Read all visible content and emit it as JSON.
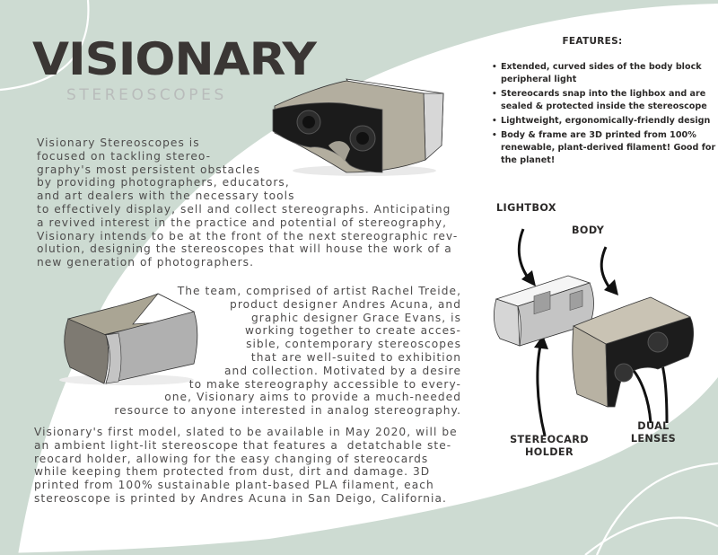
{
  "brand": {
    "title": "VISIONARY",
    "subtitle": "STEREOSCOPES"
  },
  "paragraphs": {
    "intro": "Visionary Stereoscopes is\nfocused on tackling stereo-\ngraphy's most persistent obstacles\nby providing photographers, educators,\nand art dealers with the necessary tools\nto effectively display, sell and collect stereographs. Anticipating\na revived interest in the practice and potential of stereography,\nVisionary intends to be at the front of the next stereographic rev-\nolution, designing the stereoscopes that will house the work of a\nnew generation of photographers.",
    "team": "The team, comprised of artist Rachel Treide,\nproduct designer Andres Acuna, and\ngraphic designer Grace Evans, is\nworking together to create acces-\nsible, contemporary stereoscopes\nthat are well-suited to exhibition\nand collection. Motivated by a desire\nto make stereography accessible to every-\none, Visionary aims to provide a much-needed\nresource to anyone interested in analog stereography.",
    "model": "Visionary's first model, slated to be available in May 2020, will be\nan ambient light-lit stereoscope that features a  detatchable ste-\nreocard holder, allowing for the easy changing of stereocards\nwhile keeping them protected from dust, dirt and damage. 3D\nprinted from 100% sustainable plant-based PLA filament, each\nstereoscope is printed by Andres Acuna in San Deigo, California."
  },
  "features": {
    "title": "FEATURES:",
    "items": [
      "Extended, curved sides of the body block peripheral light",
      "Stereocards snap into the lighbox and are sealed & protected inside the stereoscope",
      "Lightweight, ergonomically-friendly design",
      "Body & frame are 3D printed from 100% renewable, plant-derived filament! Good for the planet!"
    ]
  },
  "diagram": {
    "callouts": {
      "lightbox": "LIGHTBOX",
      "body": "BODY",
      "stereocard_holder": "STEREOCARD\nHOLDER",
      "dual_lenses": "DUAL\nLENSES"
    }
  },
  "colors": {
    "sage": "#cddbd2",
    "title": "#3a3634",
    "subtitle": "#b9bcbb",
    "body_text": "#4e4c4c",
    "shell": "#bdb7aa",
    "shell_dark": "#8c877d"
  }
}
